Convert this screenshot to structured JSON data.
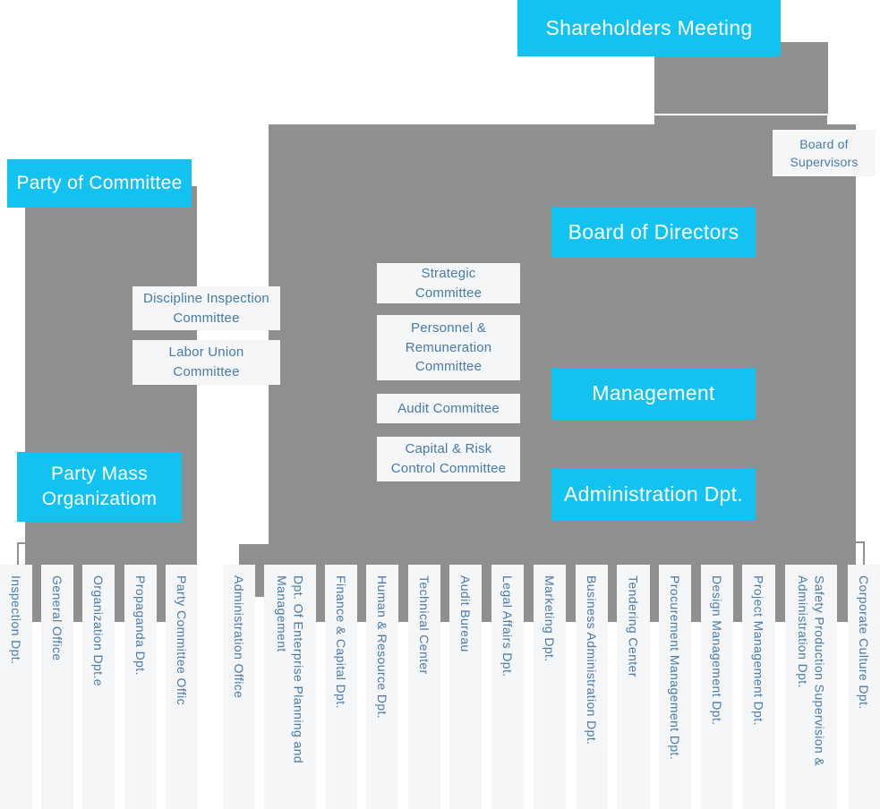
{
  "colors": {
    "accent_cyan": "#12c3f2",
    "branch_gray": "#8f8f8f",
    "card_background": "#f4f6f7",
    "card_text_blue": "#4a7aa8",
    "cyan_text": "#ffffff"
  },
  "nodes": {
    "shareholders_meeting": "Shareholders Meeting",
    "board_of_supervisors": "Board of\nSupervisors",
    "party_of_committee": "Party of Committee",
    "board_of_directors": "Board of Directors",
    "management": "Management",
    "administration_dpt": "Administration Dpt.",
    "party_mass_organization": "Party Mass\nOrganizatiom",
    "discipline_inspection_committee": "Discipline Inspection\nCommittee",
    "labor_union_committee": "Labor Union\nCommittee",
    "strategic_committee": "Strategic\nCommittee",
    "personnel_remuneration_committee": "Personnel &\nRemuneration\nCommittee",
    "audit_committee": "Audit Committee",
    "capital_risk_control_committee": "Capital & Risk\nControl Committee"
  },
  "departments": {
    "party_side": [
      "Inspection Dpt.",
      "General Office",
      "Organization Dpt.e",
      "Propaganda Dpt.",
      "Party Committee Offic"
    ],
    "corporate_side": [
      "Administration Office",
      "Dpt. Of Enterprise Planning and\nManagement",
      "Finance & Capital Dpt.",
      "Human & Resource Dpt.",
      "Technical Center",
      "Audit Bureau",
      "Legal Affairs Dpt.",
      "Marketing Dpt.",
      "Business Administration Dpt.",
      "Tendering Center",
      "Procurement Management Dpt.",
      "Design Management Dpt.",
      "Project Management Dpt.",
      "Safety Production Supervision &\nAdministration Dpt.",
      "Corporate Culture Dpt."
    ]
  }
}
